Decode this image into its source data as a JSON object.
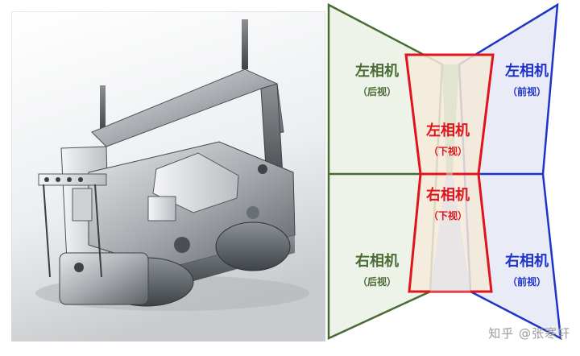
{
  "cameras": {
    "left_rear": {
      "name": "左相机",
      "view": "（后视）",
      "color": "#4a6b35"
    },
    "left_front": {
      "name": "左相机",
      "view": "（前视）",
      "color": "#1f33c8"
    },
    "left_down": {
      "name": "左相机",
      "view": "（下视）",
      "color": "#e0141b"
    },
    "right_down": {
      "name": "右相机",
      "view": "（下视）",
      "color": "#e0141b"
    },
    "right_rear": {
      "name": "右相机",
      "view": "（后视）",
      "color": "#4a6b35"
    },
    "right_front": {
      "name": "右相机",
      "view": "（前视）",
      "color": "#1f33c8"
    }
  },
  "watermark": "知乎 @张寒轩"
}
